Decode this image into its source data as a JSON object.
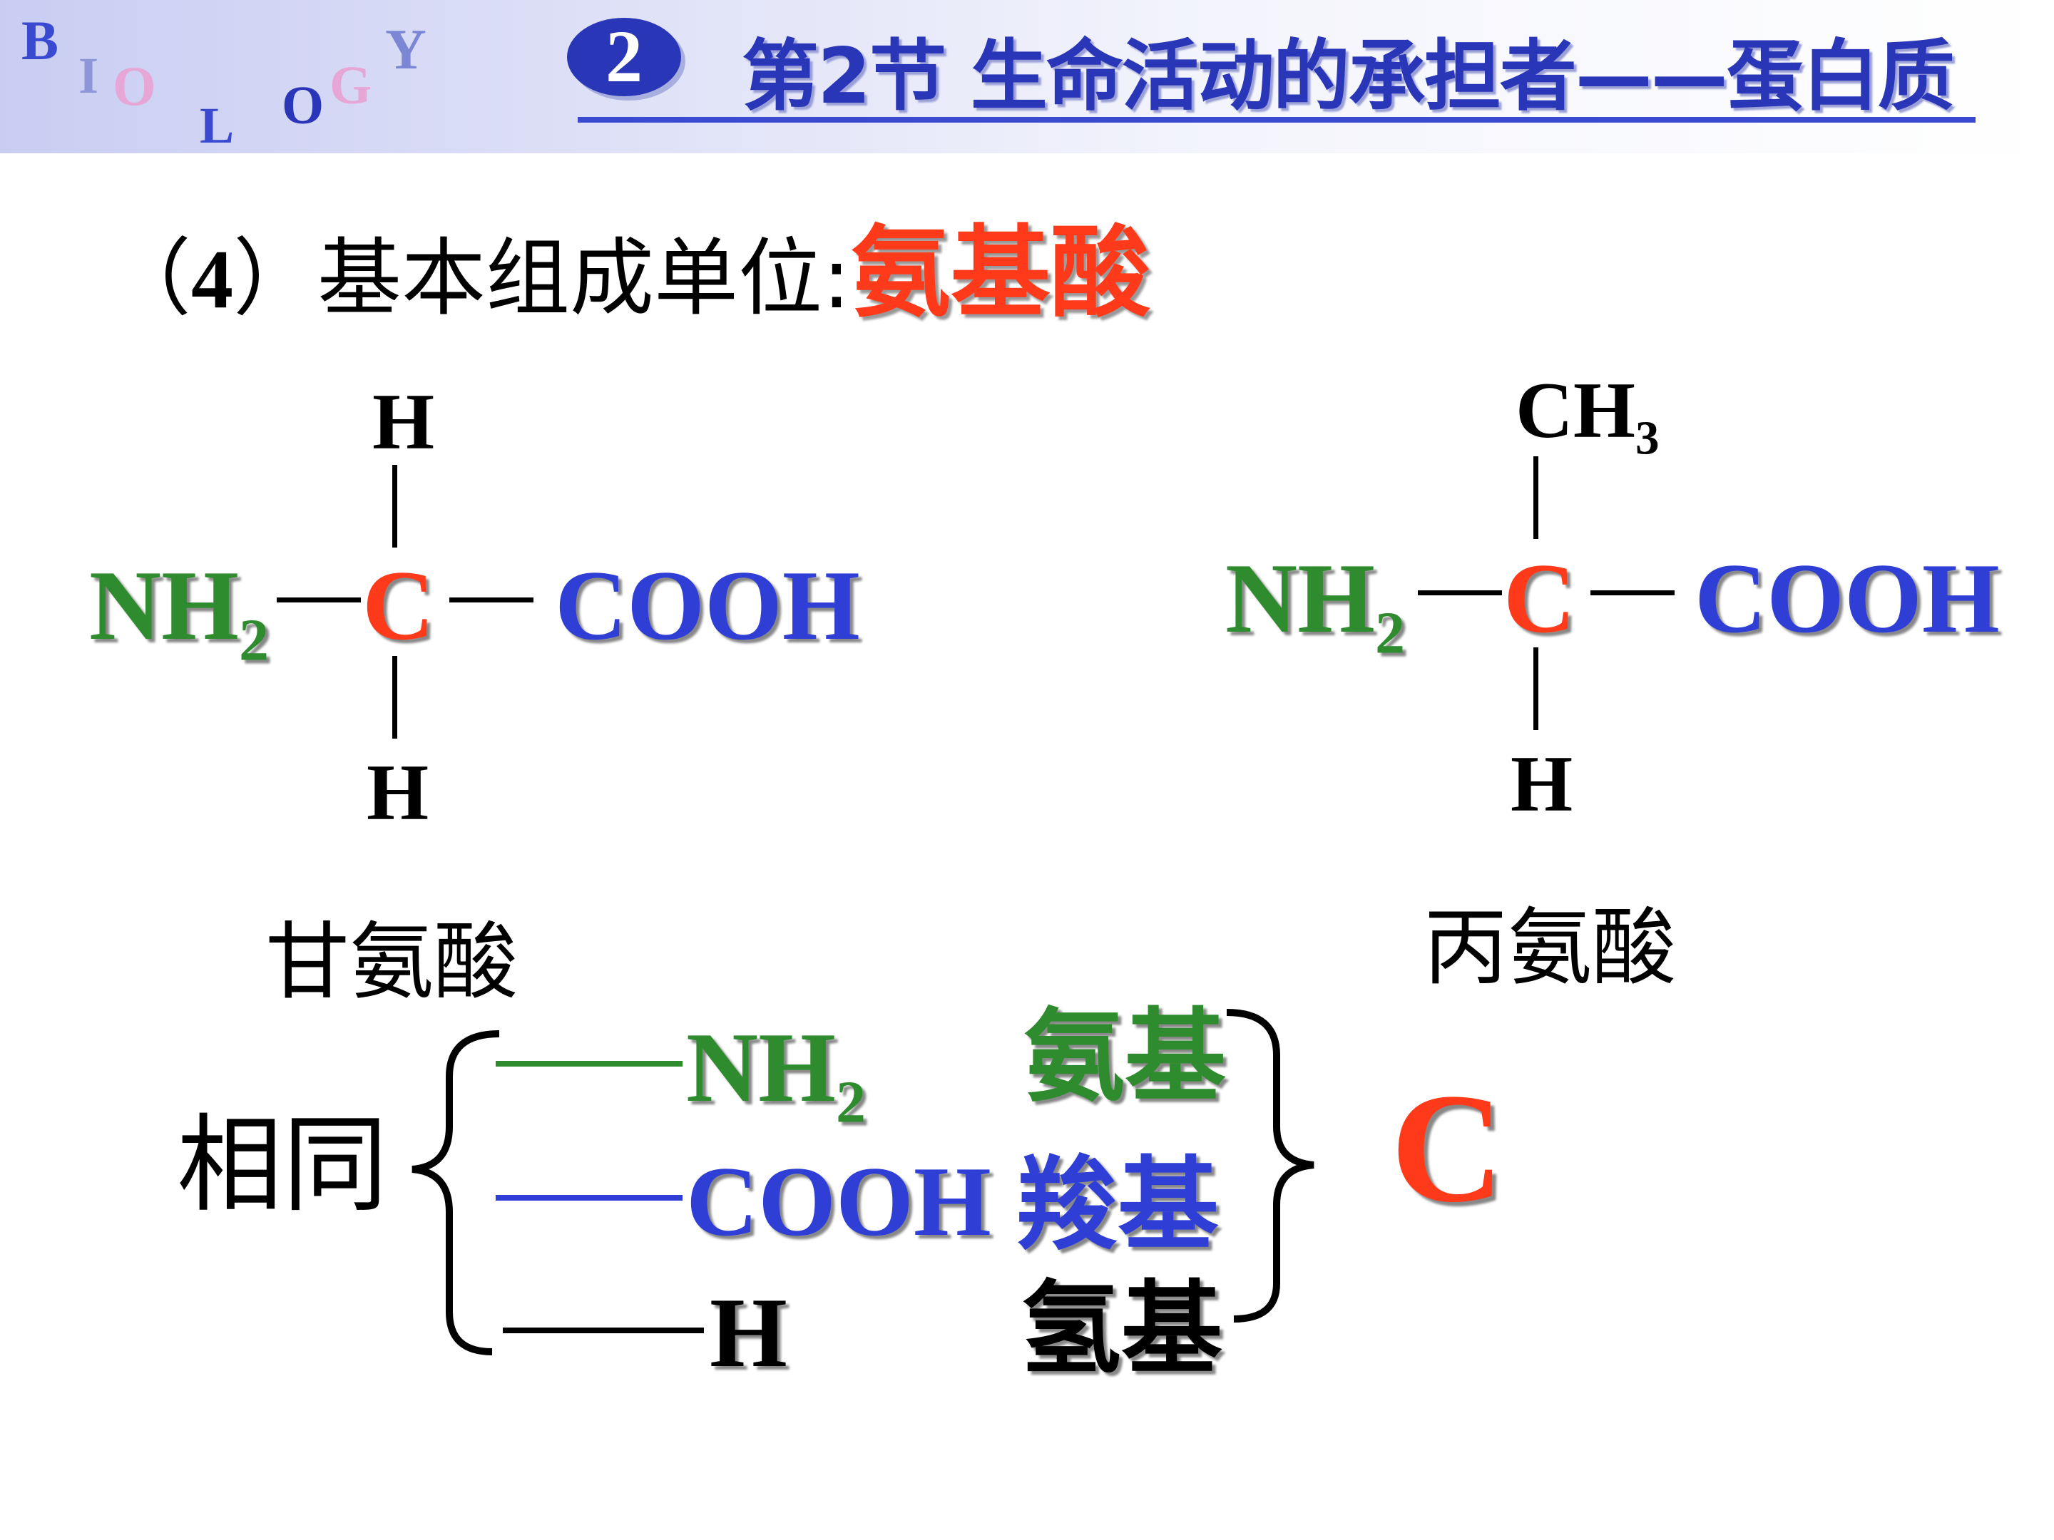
{
  "header": {
    "logo_letters": [
      "B",
      "I",
      "O",
      "L",
      "O",
      "G",
      "Y"
    ],
    "badge_number": "2",
    "title": "第2节 生命活动的承担者——蛋白质"
  },
  "subheading": {
    "prefix": "（",
    "number": "4",
    "suffix": "）基本组成单位:",
    "highlight": "氨基酸"
  },
  "glycine": {
    "top": "H",
    "bottom": "H",
    "amino": "NH",
    "amino_sub": "2",
    "center": "C",
    "carboxyl": "COOH",
    "name": "甘氨酸"
  },
  "alanine": {
    "top": "CH",
    "top_sub": "3",
    "bottom": "H",
    "amino": "NH",
    "amino_sub": "2",
    "center": "C",
    "carboxyl": "COOH",
    "name": "丙氨酸"
  },
  "common": {
    "label": "相同",
    "groups": [
      {
        "dash": "——",
        "formula": "NH",
        "formula_sub": "2",
        "name": "氨基"
      },
      {
        "dash": "——",
        "formula": "COOH",
        "formula_sub": "",
        "name": "羧基"
      },
      {
        "dash": "——",
        "formula": "H",
        "formula_sub": "",
        "name": "氢基"
      }
    ],
    "result": "C"
  },
  "colors": {
    "accent_blue": "#2a36b8",
    "amino_green": "#2e8b2e",
    "carboxyl_blue": "#2f3fd6",
    "carbon_red": "#ff3a1a"
  }
}
